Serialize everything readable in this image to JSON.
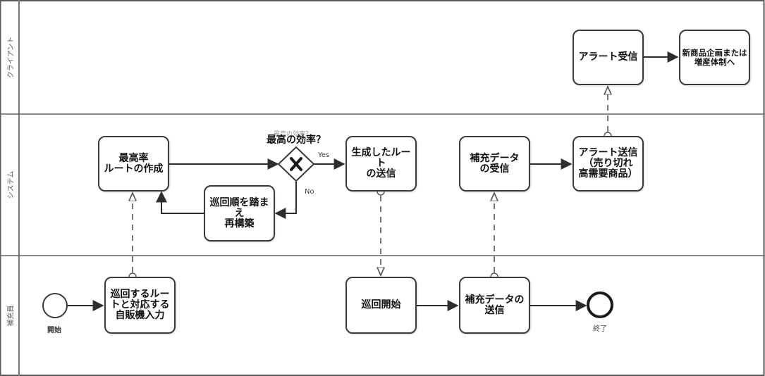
{
  "diagram": {
    "type": "BPMN process",
    "lanes": [
      {
        "id": "client",
        "label": "クライアント"
      },
      {
        "id": "system",
        "label": "システム"
      },
      {
        "id": "staff",
        "label": "補充員"
      }
    ],
    "events": {
      "start": {
        "label": "開始"
      },
      "end": {
        "label": "終了"
      }
    },
    "tasks": {
      "route_input": "巡回するルー\nトと対応する\n自販機入力",
      "best_route": "最高率\nルートの作成",
      "rebuild": "巡回順を踏まえ\n再構築",
      "send_route": "生成したルート\nの送信",
      "receive_refill": "補充データ\nの受信",
      "send_alert": "アラート送信\n（売り切れ\n高需要商品）",
      "receive_alert": "アラート受信",
      "new_product": "新商品企画または\n増産体制へ",
      "start_patrol": "巡回開始",
      "send_refill": "補充データの\n送信"
    },
    "gateway": {
      "label": "最高の効率？",
      "ghost_label": "最高の効率？",
      "yes_label": "Yes",
      "no_label": "No",
      "symbol": "X"
    }
  }
}
